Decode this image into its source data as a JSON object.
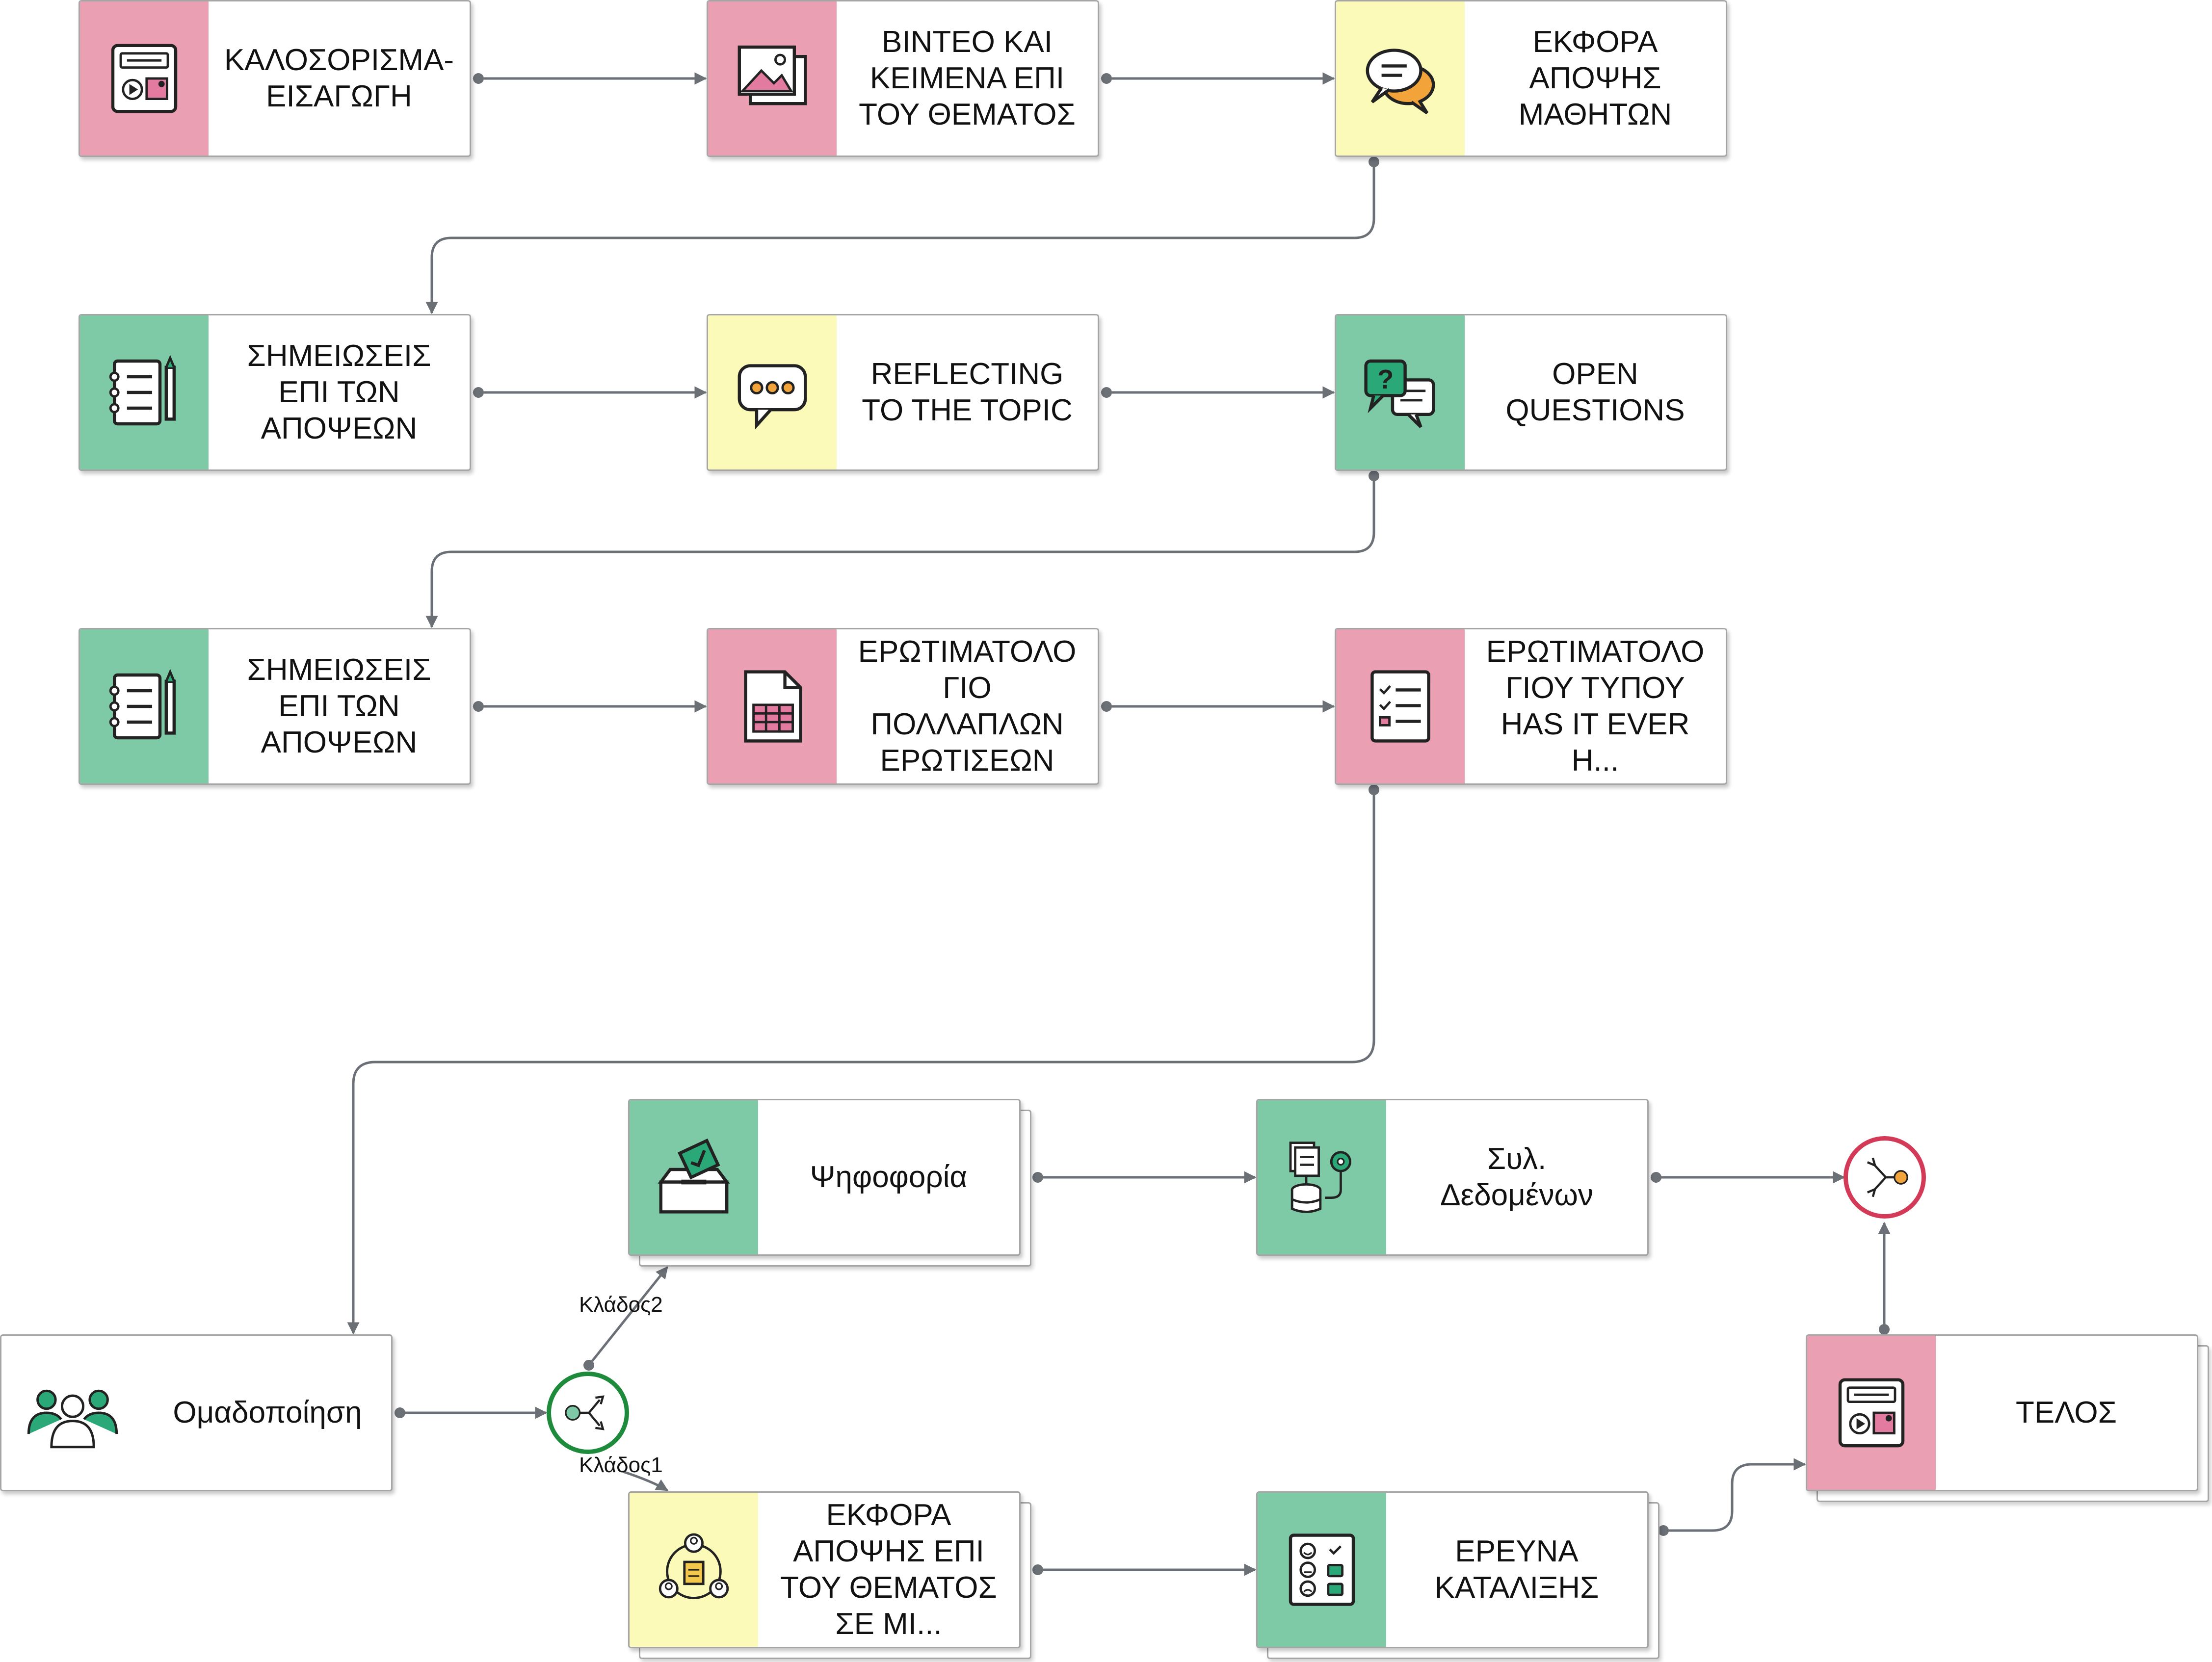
{
  "nodes": [
    {
      "id": "n1",
      "label": "ΚΑΛΟΣΟΡΙΣΜΑ-\nΕΙΣΑΓΩΓΗ",
      "color": "#eb9fb3",
      "icon": "presentation-media-icon"
    },
    {
      "id": "n2",
      "label": "ΒΙΝΤΕΟ ΚΑΙ\nΚΕΙΜΕΝΑ ΕΠΙ\nΤΟΥ ΘΕΜΑΤΟΣ",
      "color": "#eb9fb3",
      "icon": "image-gallery-icon"
    },
    {
      "id": "n3",
      "label": "ΕΚΦΟΡΑ\nΑΠΟΨΗΣ\nΜΑΘΗΤΩΝ",
      "color": "#fbfab8",
      "icon": "chat-bubbles-icon"
    },
    {
      "id": "n4",
      "label": "ΣΗΜΕΙΩΣΕΙΣ\nΕΠΙ ΤΩΝ\nΑΠΟΨΕΩΝ",
      "color": "#7fcaa6",
      "icon": "notebook-pencil-icon"
    },
    {
      "id": "n5",
      "label": "REFLECTING\nTO THE TOPIC",
      "color": "#fbfab8",
      "icon": "speech-dots-icon"
    },
    {
      "id": "n6",
      "label": "OPEN\nQUESTIONS",
      "color": "#7fcaa6",
      "icon": "question-chat-icon"
    },
    {
      "id": "n7",
      "label": "ΣΗΜΕΙΩΣΕΙΣ\nΕΠΙ ΤΩΝ\nΑΠΟΨΕΩΝ",
      "color": "#7fcaa6",
      "icon": "notebook-pencil-icon"
    },
    {
      "id": "n8",
      "label": "ΕΡΩΤΙΜΑΤΟΛΟ\nΓΙΟ\nΠΟΛΛΑΠΛΩΝ\nΕΡΩΤΙΣΕΩΝ",
      "color": "#eb9fb3",
      "icon": "spreadsheet-icon"
    },
    {
      "id": "n9",
      "label": "ΕΡΩΤΙΜΑΤΟΛΟ\nΓΙΟΥ ΤΥΠΟΥ\nHAS IT EVER\nH...",
      "color": "#eb9fb3",
      "icon": "checklist-icon"
    },
    {
      "id": "n10",
      "label": "Ψηφοφορία",
      "color": "#7fcaa6",
      "icon": "ballot-box-icon"
    },
    {
      "id": "n11",
      "label": "Συλ.\nΔεδομένων",
      "color": "#7fcaa6",
      "icon": "data-collection-icon"
    },
    {
      "id": "n12",
      "label": "Ομαδοποίηση",
      "color": "#ffffff",
      "icon": "group-people-icon"
    },
    {
      "id": "n13",
      "label": "ΕΚΦΟΡΑ\nΑΠΟΨΗΣ ΕΠΙ\nΤΟΥ ΘΕΜΑΤΟΣ\nΣΕ ΜΙ...",
      "color": "#fbfab8",
      "icon": "group-discussion-icon"
    },
    {
      "id": "n14",
      "label": "ΕΡΕΥΝΑ\nΚΑΤΑΛΙΞΗΣ",
      "color": "#7fcaa6",
      "icon": "survey-faces-icon"
    },
    {
      "id": "n15",
      "label": "ΤΕΛΟΣ",
      "color": "#eb9fb3",
      "icon": "presentation-media-icon"
    }
  ],
  "branches": {
    "branch2": "Κλάδος2",
    "branch1": "Κλάδος1"
  },
  "gates": {
    "split": {
      "icon": "branch-split-icon",
      "color": "#1e8a3c"
    },
    "merge": {
      "icon": "branch-merge-icon",
      "color": "#d23a57"
    }
  },
  "colors": {
    "connector": "#6b7077",
    "merge_dot": "#f2a33a"
  }
}
